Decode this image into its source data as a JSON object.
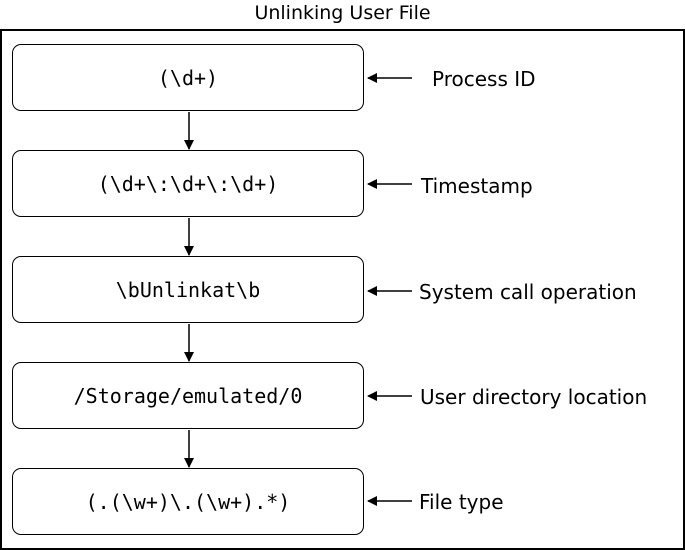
{
  "diagram": {
    "title": "Unlinking User File",
    "steps": [
      {
        "pattern": "(\\d+)",
        "label": "Process ID"
      },
      {
        "pattern": "(\\d+\\:\\d+\\:\\d+)",
        "label": "Timestamp"
      },
      {
        "pattern": "\\bUnlinkat\\b",
        "label": "System call operation"
      },
      {
        "pattern": "/Storage/emulated/0",
        "label": "User directory location"
      },
      {
        "pattern": "(.(\\w+)\\.(\\w+).*)",
        "label": "File type"
      }
    ]
  }
}
